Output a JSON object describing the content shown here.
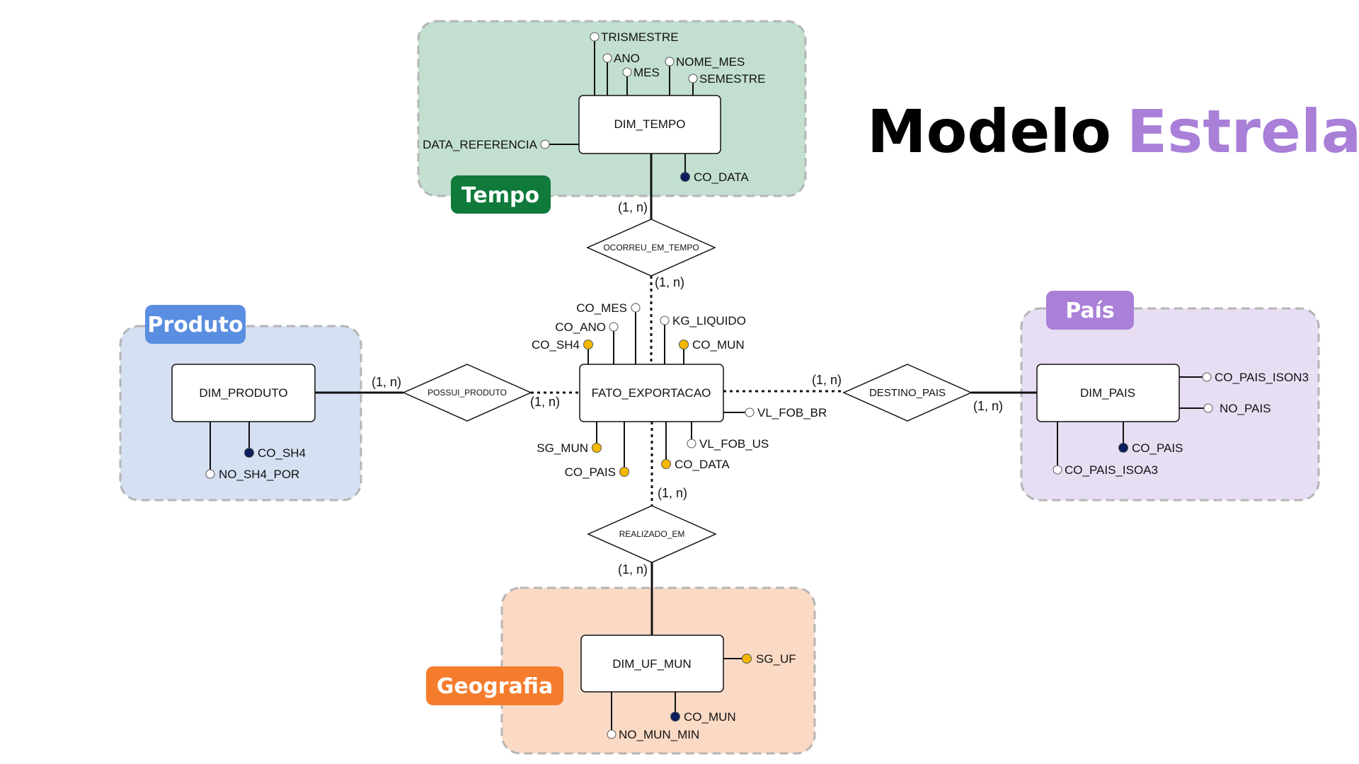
{
  "title": {
    "word1": "Modelo",
    "word2": "Estrela",
    "color1": "#000000",
    "color2": "#a97fd8"
  },
  "regions": {
    "tempo": {
      "label": "Tempo",
      "fill": "#c2dfd0",
      "tag_color": "#0f7a3a"
    },
    "produto": {
      "label": "Produto",
      "fill": "#d5e0f2",
      "tag_color": "#5a8ee0"
    },
    "pais": {
      "label": "País",
      "fill": "#e8def4",
      "tag_color": "#a97fd8"
    },
    "geografia": {
      "label": "Geografia",
      "fill": "#fbdac5",
      "tag_color": "#f57c2c"
    }
  },
  "entities": {
    "fato": "FATO_EXPORTACAO",
    "dim_tempo": "DIM_TEMPO",
    "dim_produto": "DIM_PRODUTO",
    "dim_pais": "DIM_PAIS",
    "dim_uf_mun": "DIM_UF_MUN"
  },
  "relationships": {
    "ocorreu": "OCORREU_EM_TEMPO",
    "possui": "POSSUI_PRODUTO",
    "destino": "DESTINO_PAIS",
    "realizado": "REALIZADO_EM"
  },
  "cardinality": "(1, n)",
  "attributes": {
    "tempo": {
      "trismestre": "TRISMESTRE",
      "ano": "ANO",
      "mes": "MES",
      "nome_mes": "NOME_MES",
      "semestre": "SEMESTRE",
      "data_referencia": "DATA_REFERENCIA",
      "co_data": "CO_DATA"
    },
    "fato": {
      "co_mes": "CO_MES",
      "co_ano": "CO_ANO",
      "co_sh4": "CO_SH4",
      "kg_liquido": "KG_LIQUIDO",
      "co_mun": "CO_MUN",
      "vl_fob_br": "VL_FOB_BR",
      "vl_fob_us": "VL_FOB_US",
      "sg_mun": "SG_MUN",
      "co_pais": "CO_PAIS",
      "co_data": "CO_DATA"
    },
    "produto": {
      "co_sh4": "CO_SH4",
      "no_sh4_por": "NO_SH4_POR"
    },
    "pais": {
      "co_pais_ison3": "CO_PAIS_ISON3",
      "no_pais": "NO_PAIS",
      "co_pais": "CO_PAIS",
      "co_pais_isoa3": "CO_PAIS_ISOA3"
    },
    "geografia": {
      "sg_uf": "SG_UF",
      "co_mun": "CO_MUN",
      "no_mun_min": "NO_MUN_MIN"
    }
  },
  "marker_colors": {
    "primary_key": "#0b1f5c",
    "foreign_key": "#f5b800",
    "attribute": "#ffffff"
  }
}
